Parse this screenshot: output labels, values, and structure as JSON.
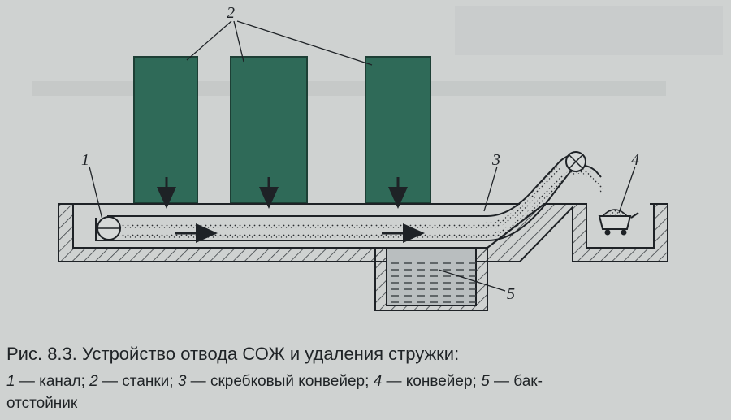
{
  "figure": {
    "callouts": [
      "1",
      "2",
      "3",
      "4",
      "5"
    ],
    "caption": {
      "title": "Рис. 8.3. Устройство отвода СОЖ и удаления стружки:",
      "legend_line1": [
        {
          "num": "1",
          "text": " — канал; "
        },
        {
          "num": "2",
          "text": " — станки; "
        },
        {
          "num": "3",
          "text": " — скребковый конвейер; "
        },
        {
          "num": "4",
          "text": " — конвейер; "
        },
        {
          "num": "5",
          "text": " — бак-"
        }
      ],
      "legend_line2": "отстойник"
    },
    "colors": {
      "machine": "#2f6a58",
      "ink": "#1e2226",
      "paper": "#cfd2d1",
      "liquid": "#9fa7a8"
    }
  }
}
